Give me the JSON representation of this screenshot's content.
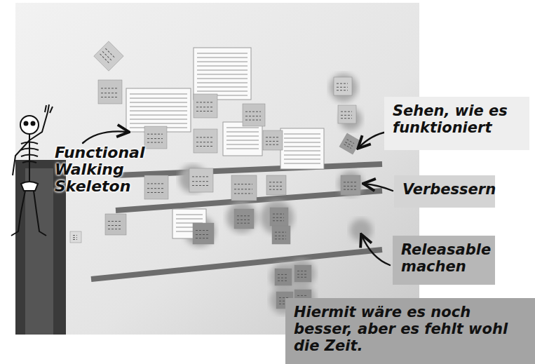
{
  "diagram": {
    "nodes": [
      {
        "text": [
          "Sehen, wie es funktioniert"
        ]
      },
      {
        "text": [
          "Verbessern"
        ]
      },
      {
        "text": [
          "Releasable machen"
        ]
      },
      {
        "text": [
          "Hiermit wäre es noch besser, aber es fehlt wohl die Zeit."
        ]
      }
    ],
    "labels": [
      "Functional Walking Skeleton"
    ]
  }
}
